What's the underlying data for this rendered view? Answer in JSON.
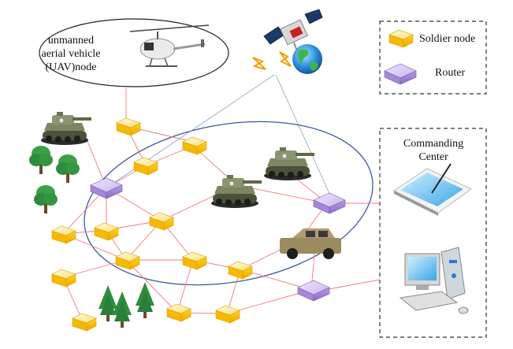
{
  "uav": {
    "label_lines": [
      "unmanned",
      "aerial vehicle",
      "(UAV)node"
    ],
    "icon": "helicopter-icon"
  },
  "satellite": {
    "icon": "satellite-icon"
  },
  "legend": {
    "soldier_label": "Soldier node",
    "router_label": "Router",
    "soldier_color": "#f5c400",
    "router_color": "#b79be0"
  },
  "command": {
    "label_lines": [
      "Commanding",
      "Center"
    ],
    "icons": [
      "tablet-icon",
      "desktop-computer-icon"
    ]
  },
  "colors": {
    "link_red": "#f07a7a",
    "link_blue": "#8aa0c8",
    "ellipse_stroke": "#3a5a9a",
    "dashed_border": "#333333"
  }
}
